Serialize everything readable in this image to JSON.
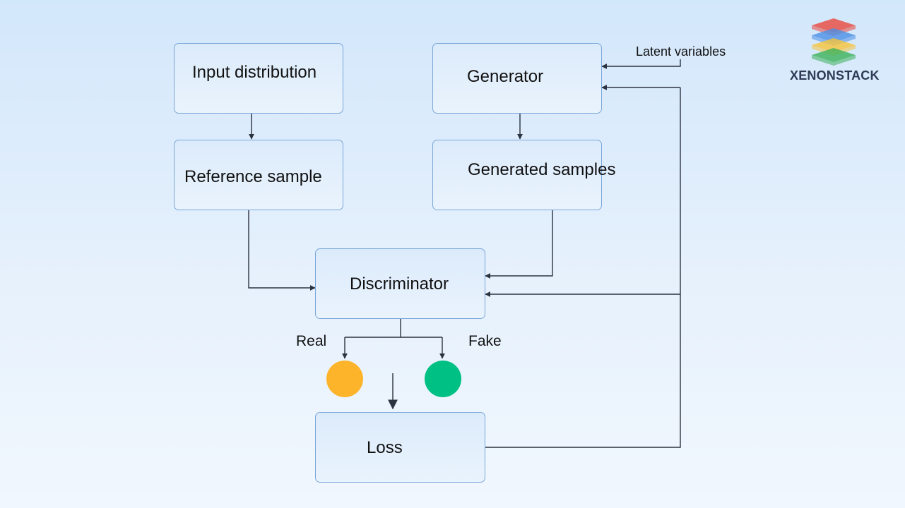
{
  "nodes": {
    "input_distribution": "Input distribution",
    "reference_sample": "Reference sample",
    "generator": "Generator",
    "generated_samples": "Generated samples",
    "discriminator": "Discriminator",
    "loss": "Loss"
  },
  "labels": {
    "latent_variables": "Latent variables",
    "real": "Real",
    "fake": "Fake"
  },
  "outcome_colors": {
    "real": "#FDB42B",
    "fake": "#00C083"
  },
  "logo": {
    "text": "XENONSTACK",
    "layer_colors": [
      "#e8473d",
      "#4b8ee6",
      "#f6c33a",
      "#3cb15a"
    ]
  }
}
